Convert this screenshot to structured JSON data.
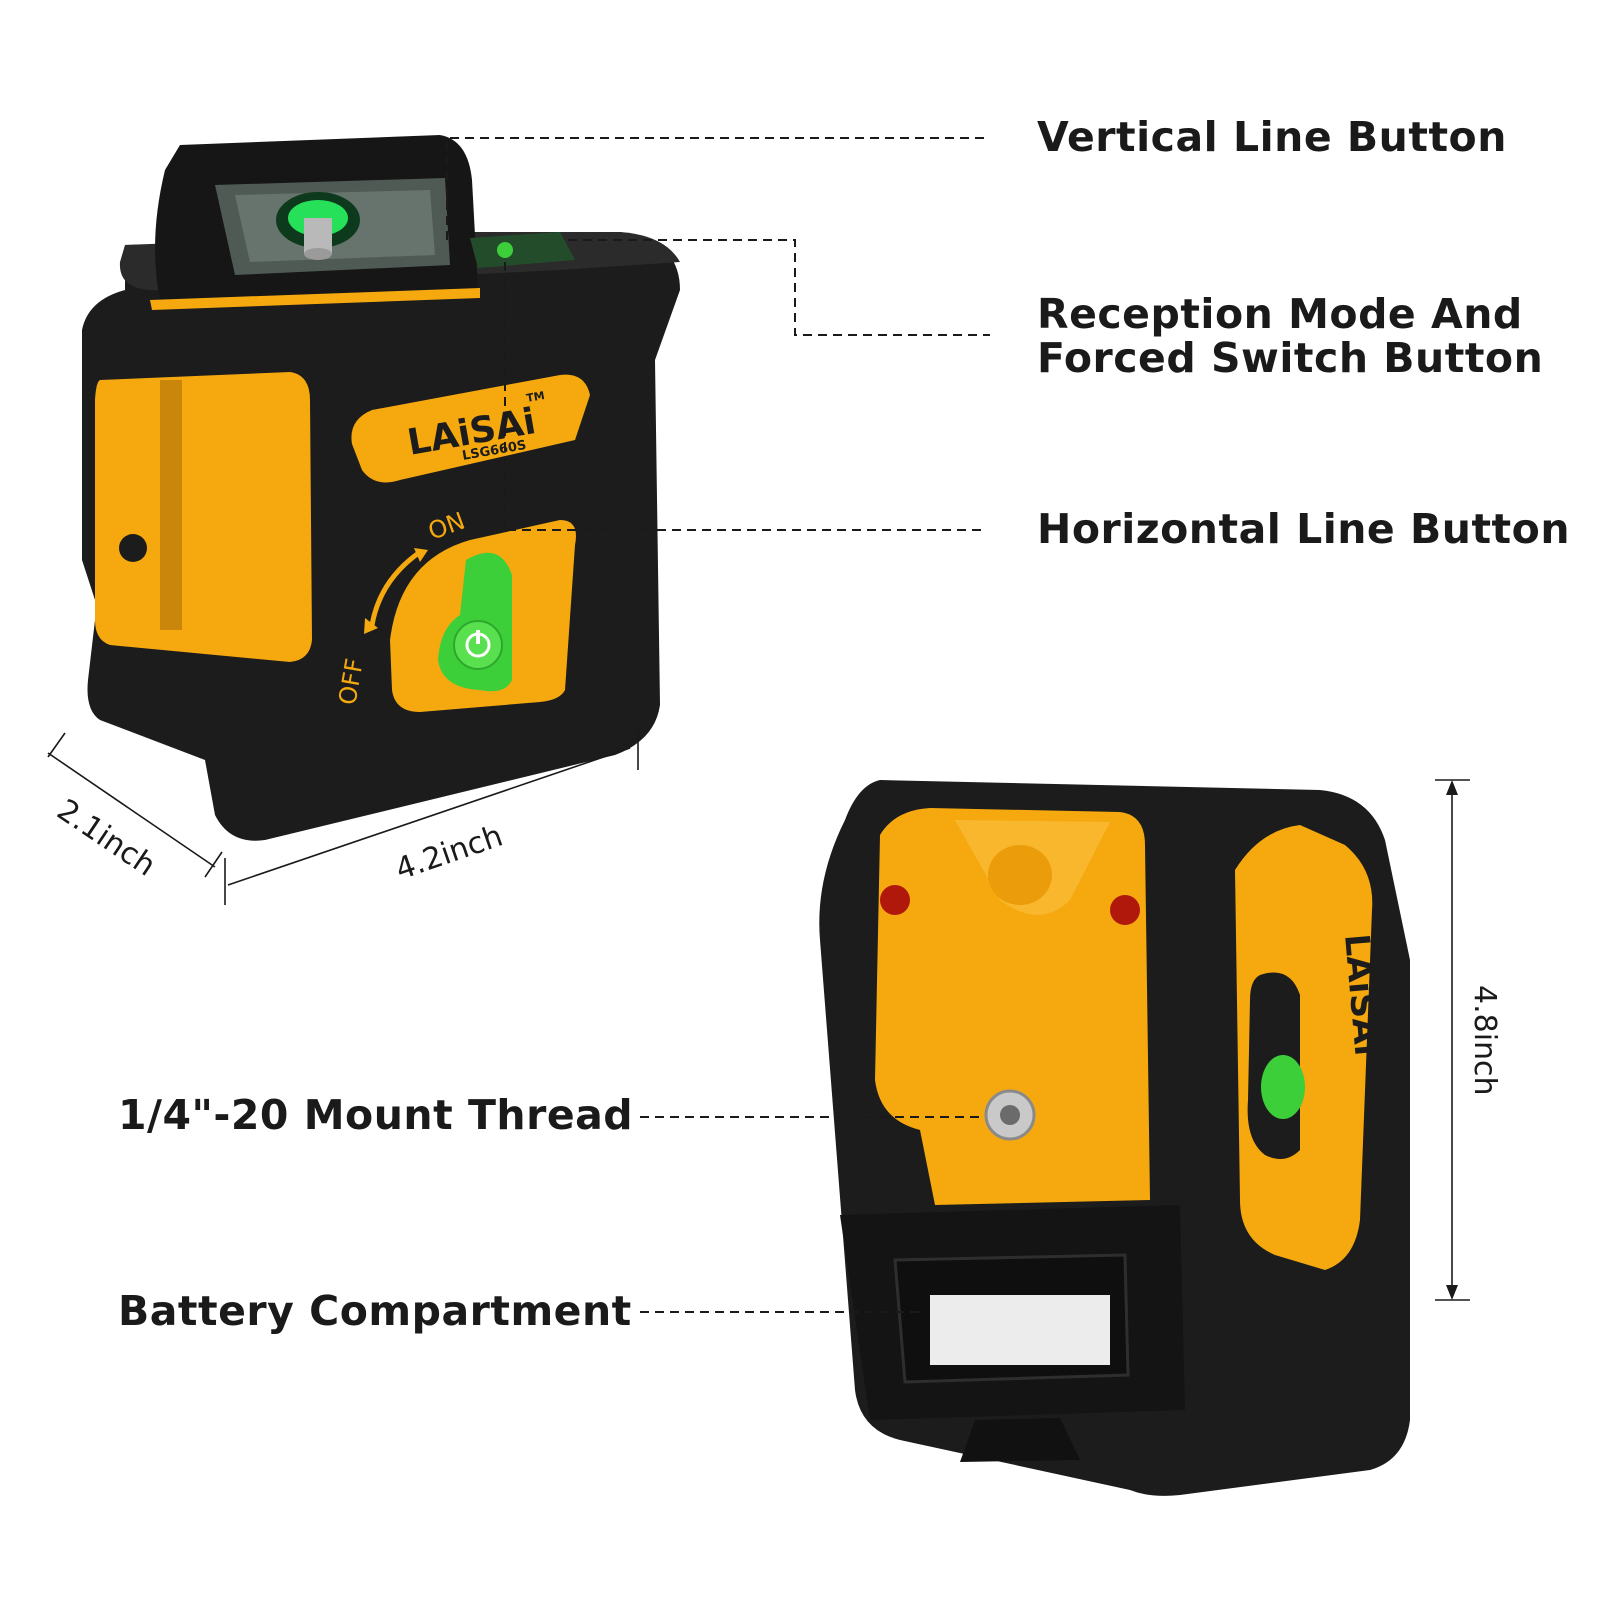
{
  "callouts": {
    "vertical_line_button": "Vertical Line Button",
    "reception_mode_line1": "Reception Mode And",
    "reception_mode_line2": "Forced Switch Button",
    "horizontal_line_button": "Horizontal Line Button",
    "mount_thread": "1/4\"-20 Mount Thread",
    "battery_compartment": "Battery Compartment"
  },
  "dimensions": {
    "depth": "2.1inch",
    "width": "4.2inch",
    "height": "4.8inch"
  },
  "product": {
    "brand": "LAiSAi",
    "trademark": "TM",
    "model": "LSG660S",
    "switch_on": "ON",
    "switch_off": "OFF"
  },
  "colors": {
    "body_black": "#1c1c1c",
    "accent_yellow": "#f5a90f",
    "button_green": "#3ccf3a",
    "laser_green": "#27e05a"
  }
}
